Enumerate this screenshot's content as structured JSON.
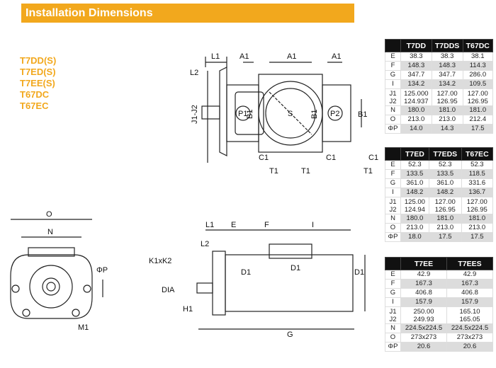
{
  "header": {
    "title": "Installation Dimensions"
  },
  "models": [
    "T7DD(S)",
    "T7ED(S)",
    "T7EE(S)",
    "T67DC",
    "T67EC"
  ],
  "colors": {
    "accent": "#f2a81d",
    "table_header": "#111111"
  },
  "drawing_top": {
    "labels": {
      "l1": "L1",
      "a1a": "A1",
      "a1b": "A1",
      "a1c": "A1",
      "l2": "L2",
      "j": "J1-J2",
      "p1": "P1",
      "s": "S",
      "p2": "P2",
      "b1a": "B1",
      "b1b": "B1",
      "b1c": "B1",
      "c1a": "C1",
      "c1b": "C1",
      "c1c": "C1",
      "t1a": "T1",
      "t1b": "T1",
      "t1c": "T1"
    }
  },
  "drawing_front": {
    "labels": {
      "o": "O",
      "n": "N",
      "p": "ΦP",
      "m1": "M1"
    }
  },
  "drawing_side": {
    "labels": {
      "l1": "L1",
      "e": "E",
      "f": "F",
      "i": "I",
      "l2": "L2",
      "k": "K1xK2",
      "d1a": "D1",
      "d1b": "D1",
      "d1c": "D1",
      "dia": "DIA",
      "h1": "H1",
      "g": "G"
    }
  },
  "tables": [
    {
      "columns": [
        "T7DD",
        "T7DDS",
        "T67DC"
      ],
      "rows": [
        [
          "E",
          "38.3",
          "38.3",
          "38.1"
        ],
        [
          "F",
          "148.3",
          "148.3",
          "114.3"
        ],
        [
          "G",
          "347.7",
          "347.7",
          "286.0"
        ],
        [
          "I",
          "134.2",
          "134.2",
          "109.5"
        ],
        [
          "J1\nJ2",
          "125.000\n124.937",
          "127.00\n126.95",
          "127.00\n126.95"
        ],
        [
          "N",
          "180.0",
          "181.0",
          "181.0"
        ],
        [
          "O",
          "213.0",
          "213.0",
          "212.4"
        ],
        [
          "ΦP",
          "14.0",
          "14.3",
          "17.5"
        ]
      ]
    },
    {
      "columns": [
        "T7ED",
        "T7EDS",
        "T67EC"
      ],
      "rows": [
        [
          "E",
          "52.3",
          "52.3",
          "52.3"
        ],
        [
          "F",
          "133.5",
          "133.5",
          "118.5"
        ],
        [
          "G",
          "361.0",
          "361.0",
          "331.6"
        ],
        [
          "I",
          "148.2",
          "148.2",
          "136.7"
        ],
        [
          "J1\nJ2",
          "125.00\n124.94",
          "127.00\n126.95",
          "127.00\n126.95"
        ],
        [
          "N",
          "180.0",
          "181.0",
          "181.0"
        ],
        [
          "O",
          "213.0",
          "213.0",
          "213.0"
        ],
        [
          "ΦP",
          "18.0",
          "17.5",
          "17.5"
        ]
      ]
    },
    {
      "columns": [
        "T7EE",
        "T7EES"
      ],
      "rows": [
        [
          "E",
          "42.9",
          "42.9"
        ],
        [
          "F",
          "167.3",
          "167.3"
        ],
        [
          "G",
          "406.8",
          "406.8"
        ],
        [
          "I",
          "157.9",
          "157.9"
        ],
        [
          "J1\nJ2",
          "250.00\n249.93",
          "165.10\n165.05"
        ],
        [
          "N",
          "224.5x224.5",
          "224.5x224.5"
        ],
        [
          "O",
          "273x273",
          "273x273"
        ],
        [
          "ΦP",
          "20.6",
          "20.6"
        ]
      ]
    }
  ]
}
